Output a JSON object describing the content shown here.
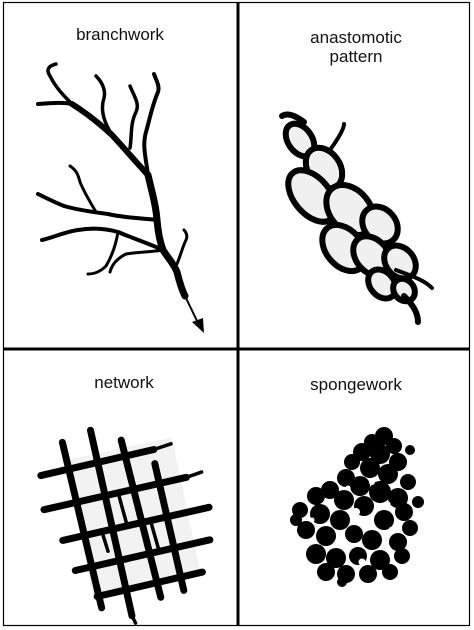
{
  "panels": [
    {
      "title_lines": [
        "branchwork"
      ],
      "pattern_icon": "branchwork-pattern"
    },
    {
      "title_lines": [
        "anastomotic",
        "pattern"
      ],
      "pattern_icon": "anastomotic-pattern"
    },
    {
      "title_lines": [
        "network"
      ],
      "pattern_icon": "network-pattern"
    },
    {
      "title_lines": [
        "spongework"
      ],
      "pattern_icon": "spongework-pattern"
    }
  ],
  "colors": {
    "ink": "#000000",
    "fill": "#f2f2f2",
    "background": "#ffffff"
  }
}
